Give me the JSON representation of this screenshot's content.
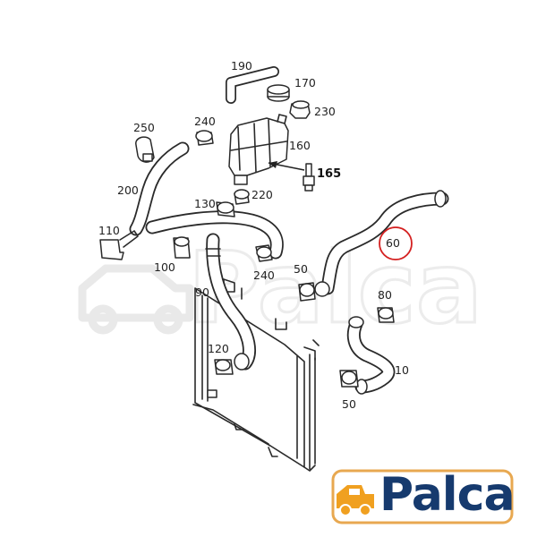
{
  "labels": {
    "p10": "10",
    "p50a": "50",
    "p50b": "50",
    "p60": "60",
    "p80": "80",
    "p90": "90",
    "p100": "100",
    "p110": "110",
    "p120": "120",
    "p130": "130",
    "p160": "160",
    "p165": "165",
    "p170": "170",
    "p190": "190",
    "p200": "200",
    "p220": "220",
    "p230": "230",
    "p240a": "240",
    "p240b": "240",
    "p250": "250"
  },
  "highlight": {
    "part": "60",
    "circle_color": "#d42020"
  },
  "brand": {
    "name": "Palca",
    "text_color": "#163a6e",
    "icon_color": "#f0a020",
    "frame_color": "#e8a850"
  },
  "watermark": {
    "text": "Palca",
    "color": "#e9e9e9"
  }
}
